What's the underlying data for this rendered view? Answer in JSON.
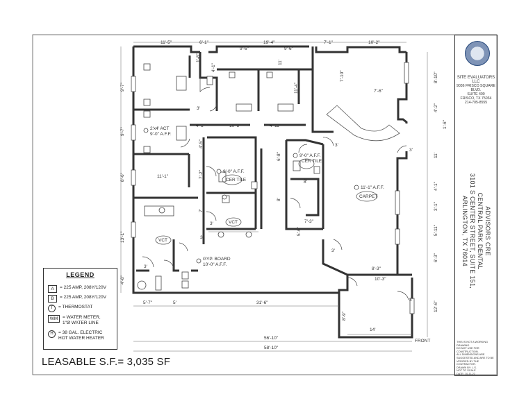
{
  "plan": {
    "dims_top": [
      "11'-5\"",
      "6'-1\"",
      "9'-6\"",
      "19'-4\"",
      "9'-6\"",
      "7'-1\"",
      "10'-2\""
    ],
    "dims_left": [
      "9'-7\"",
      "9'-7\"",
      "8'-6\"",
      "13'-1\"",
      "4'-8\""
    ],
    "dims_right": [
      "8'-10\"",
      "4'-2\"",
      "1'-6\"",
      "11'",
      "4'-1\"",
      "3'-1\"",
      "5'-11\"",
      "6'-3\"",
      "12'-6\""
    ],
    "dims_bottom": [
      "5'-7\"",
      "5'",
      "31'-6\"",
      "56'-10\"",
      "58'-10\""
    ],
    "dims_interior": [
      "4'-1\"",
      "10'-8\"",
      "4'-11\"",
      "11'-1\"",
      "7'-2\"",
      "7'",
      "8'",
      "8'",
      "6'-8\"",
      "5'-6\"",
      "7'-3\"",
      "8'-3\"",
      "10'-3\"",
      "14'",
      "8'-9\"",
      "7'-10\"",
      "7'-6\"",
      "11'-4\"",
      "11'",
      "1'-8\"",
      "4'-1\"",
      "4'-5\"",
      "3'",
      "3'",
      "3'",
      "3'",
      "3'",
      "3'",
      "3'",
      "3'"
    ],
    "callouts": {
      "act": "2'x4' ACT",
      "act_h": "9'-0\" A.F.F.",
      "cer1_h": "9'-0\" A.F.F.",
      "cer_tile": "CER TILE",
      "cer2_h": "9'-0\" A.F.F.",
      "cer_tile2": "CER TILE",
      "vct": "VCT",
      "vct2": "VCT",
      "carpet_h": "11'-1\" A.F.F.",
      "carpet": "CARPET",
      "gyp": "GYP. BOARD",
      "gyp_h": "10'-0\" A.F.F.",
      "front": "FRONT"
    }
  },
  "legend": {
    "title": "LEGEND",
    "a_sym": "A",
    "a_text": "= 225 AMP, 208Y/120V",
    "b_sym": "B",
    "b_text": "= 225 AMP, 208Y/120V",
    "t_sym": "T",
    "t_text": "= THERMOSTAT",
    "wm_sym": "WM",
    "wm_text1": "= WATER METER,",
    "wm_text2": "1\"Ø WATER LINE",
    "h_sym": "H",
    "h_text1": "= 38 GAL. ELECTRIC",
    "h_text2": "HOT WATER HEATER"
  },
  "leasable": "LEASABLE S.F.= 3,035 SF",
  "titleblock": {
    "company": "SITE EVALUATORS LLC",
    "addr1": "9036 FRISCO SQUARE BLVD.",
    "addr2": "SUITE 400",
    "addr3": "FRISCO, TX 75034",
    "phone": "214-705-8555",
    "proj1": "ADVISORS CRE",
    "proj2": "CENTRAL PARK DENTAL",
    "proj3": "3101 S CENTER STREET, SUITE 151,",
    "proj4": "ARLINGTON, TX 76014",
    "note1": "THIS IS NOT A WORKING DRAWING.",
    "note2": "DO NOT USE FOR CONSTRUCTION.",
    "note3": "ALL DIMENSIONS ARE SUGGESTED AND ARE TO BE VERIFIED BY THE CONTRACTOR.",
    "drawn": "DRAWN BY: L.S.",
    "scale": "NOT TO SCALE",
    "date": "DATE: 10-11-22"
  },
  "colors": {
    "ink": "#333333",
    "logo": "#2b4c7e"
  }
}
